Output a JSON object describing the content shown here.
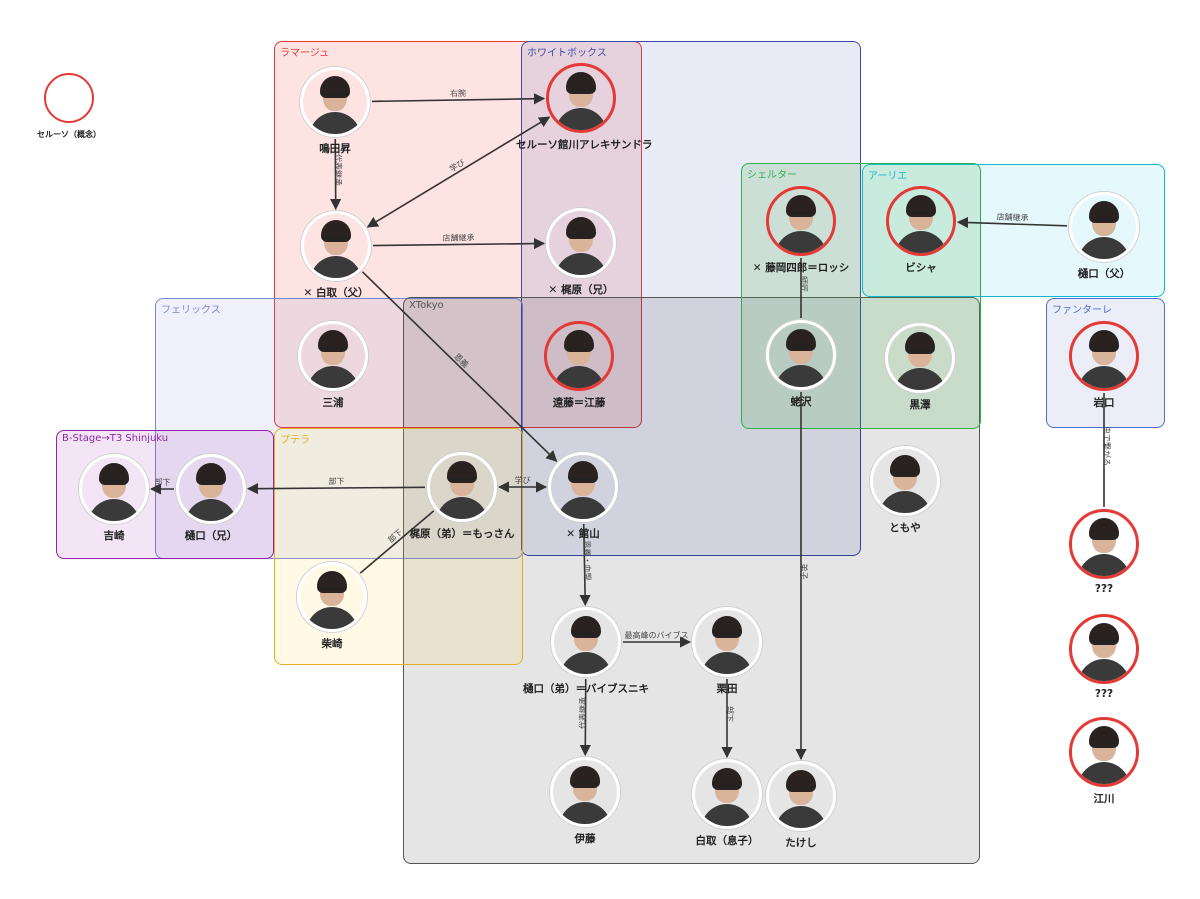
{
  "groups": [
    {
      "id": "ramaju",
      "label": "ラマージュ",
      "color": "#e53935",
      "bg": "rgba(244,67,54,0.14)"
    },
    {
      "id": "whitebox",
      "label": "ホワイトボックス",
      "color": "#3949ab",
      "bg": "rgba(63,81,181,0.12)"
    },
    {
      "id": "shelter",
      "label": "シェルター",
      "color": "#2bb24c",
      "bg": "rgba(76,175,80,0.18)"
    },
    {
      "id": "ariel",
      "label": "アーリエ",
      "color": "#13b8c8",
      "bg": "rgba(0,188,212,0.10)"
    },
    {
      "id": "felix",
      "label": "フェリックス",
      "color": "#7a86d6",
      "bg": "rgba(121,134,203,0.12)"
    },
    {
      "id": "xtokyo",
      "label": "XTokyo",
      "color": "#555555",
      "bg": "rgba(0,0,0,0.10)"
    },
    {
      "id": "fantare",
      "label": "ファンターレ",
      "color": "#4a6fd6",
      "bg": "rgba(63,81,181,0.10)"
    },
    {
      "id": "bstage",
      "label": "B-Stage→T3 Shinjuku",
      "color": "#8e24aa",
      "bg": "rgba(156,39,176,0.12)"
    },
    {
      "id": "putera",
      "label": "プテラ",
      "color": "#e0b020",
      "bg": "rgba(255,213,79,0.14)"
    }
  ],
  "concept": {
    "label": "セルーソ（概念）"
  },
  "nodes": [
    {
      "id": "narita",
      "name": "鳴田昇",
      "red": false
    },
    {
      "id": "seluso",
      "name": "セルーソ館川アレキサンドラ",
      "red": true
    },
    {
      "id": "shiratori_f",
      "name": "✕ 白取（父）",
      "red": false
    },
    {
      "id": "kajihara_b",
      "name": "✕ 梶原（兄）",
      "red": false
    },
    {
      "id": "fujioka",
      "name": "✕ 藤岡四郎＝ロッシ",
      "red": true
    },
    {
      "id": "bisha",
      "name": "ビシャ",
      "red": true
    },
    {
      "id": "higuchi_f",
      "name": "樋口（父）",
      "red": false
    },
    {
      "id": "miura",
      "name": "三浦",
      "red": false
    },
    {
      "id": "endo",
      "name": "遠藤＝江藤",
      "red": true
    },
    {
      "id": "ebisawa",
      "name": "蛯沢",
      "red": false
    },
    {
      "id": "kurosawa",
      "name": "黒澤",
      "red": false
    },
    {
      "id": "iwaguchi",
      "name": "岩口",
      "red": true
    },
    {
      "id": "yoshizaki",
      "name": "吉崎",
      "red": false
    },
    {
      "id": "higuchi_b",
      "name": "樋口（兄）",
      "red": false
    },
    {
      "id": "kajihara_y",
      "name": "梶原（弟）＝もっさん",
      "red": false
    },
    {
      "id": "tatekawa",
      "name": "✕ 館山",
      "red": false
    },
    {
      "id": "tomoya",
      "name": "ともや",
      "red": false
    },
    {
      "id": "unknown1",
      "name": "???",
      "red": true
    },
    {
      "id": "shibasaki",
      "name": "柴崎",
      "red": false
    },
    {
      "id": "higuchi_y",
      "name": "樋口（弟）＝バイブスニキ",
      "red": false
    },
    {
      "id": "kurita",
      "name": "栗田",
      "red": false
    },
    {
      "id": "unknown2",
      "name": "???",
      "red": true
    },
    {
      "id": "ito",
      "name": "伊藤",
      "red": false
    },
    {
      "id": "shiratori_s",
      "name": "白取（息子）",
      "red": false
    },
    {
      "id": "takeshi",
      "name": "たけし",
      "red": false
    },
    {
      "id": "egawa",
      "name": "江川",
      "red": true
    }
  ],
  "edges": [
    {
      "from": "narita",
      "to": "seluso",
      "label": "右腕",
      "arrow": "end"
    },
    {
      "from": "narita",
      "to": "shiratori_f",
      "label": "代表継承",
      "arrow": "end"
    },
    {
      "from": "seluso",
      "to": "shiratori_f",
      "label": "学び",
      "arrow": "both"
    },
    {
      "from": "shiratori_f",
      "to": "kajihara_b",
      "label": "店舗継承",
      "arrow": "end"
    },
    {
      "from": "shiratori_f",
      "to": "tatekawa",
      "label": "恩義",
      "arrow": "end"
    },
    {
      "from": "higuchi_f",
      "to": "bisha",
      "label": "店舗継承",
      "arrow": "end"
    },
    {
      "from": "fujioka",
      "to": "ebisawa",
      "label": "師匠",
      "arrow": "none"
    },
    {
      "from": "ebisawa",
      "to": "takeshi",
      "label": "弟子",
      "arrow": "end"
    },
    {
      "from": "iwaguchi",
      "to": "unknown1",
      "label": "虫で繋がる",
      "arrow": "none"
    },
    {
      "from": "kajihara_y",
      "to": "higuchi_b",
      "label": "部下",
      "arrow": "end"
    },
    {
      "from": "higuchi_b",
      "to": "yoshizaki",
      "label": "部下",
      "arrow": "end"
    },
    {
      "from": "kajihara_y",
      "to": "tatekawa",
      "label": "学び",
      "arrow": "both"
    },
    {
      "from": "shibasaki",
      "to": "kajihara_y",
      "label": "部下",
      "arrow": "none"
    },
    {
      "from": "tatekawa",
      "to": "higuchi_y",
      "label": "恩義・血盟",
      "arrow": "end"
    },
    {
      "from": "higuchi_y",
      "to": "kurita",
      "label": "最高峰のバイブス",
      "arrow": "end"
    },
    {
      "from": "higuchi_y",
      "to": "ito",
      "label": "代表継承",
      "arrow": "end"
    },
    {
      "from": "kurita",
      "to": "shiratori_s",
      "label": "部下",
      "arrow": "end"
    }
  ]
}
